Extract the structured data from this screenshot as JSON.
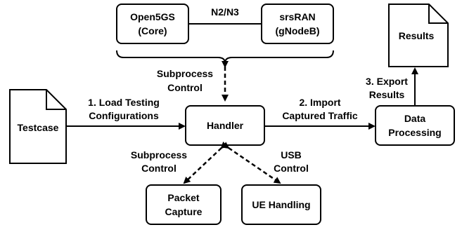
{
  "colors": {
    "stroke": "#000000",
    "fill": "#ffffff",
    "text": "#000000"
  },
  "nodes": {
    "open5gs": {
      "line1": "Open5GS",
      "line2": "(Core)"
    },
    "srsran": {
      "line1": "srsRAN",
      "line2": "(gNodeB)"
    },
    "testcase": {
      "label": "Testcase"
    },
    "handler": {
      "label": "Handler"
    },
    "data_processing": {
      "line1": "Data",
      "line2": "Processing"
    },
    "results": {
      "label": "Results"
    },
    "packet_capture": {
      "line1": "Packet",
      "line2": "Capture"
    },
    "ue_handling": {
      "label": "UE Handling"
    }
  },
  "edges": {
    "n2n3": "N2/N3",
    "subprocess_top": {
      "line1": "Subprocess",
      "line2": "Control"
    },
    "load": {
      "line1": "1. Load Testing",
      "line2": "Configurations"
    },
    "import": {
      "line1": "2. Import",
      "line2": "Captured Traffic"
    },
    "export": {
      "line1": "3. Export",
      "line2": "Results"
    },
    "subprocess_bottom": {
      "line1": "Subprocess",
      "line2": "Control"
    },
    "usb": {
      "line1": "USB",
      "line2": "Control"
    }
  }
}
